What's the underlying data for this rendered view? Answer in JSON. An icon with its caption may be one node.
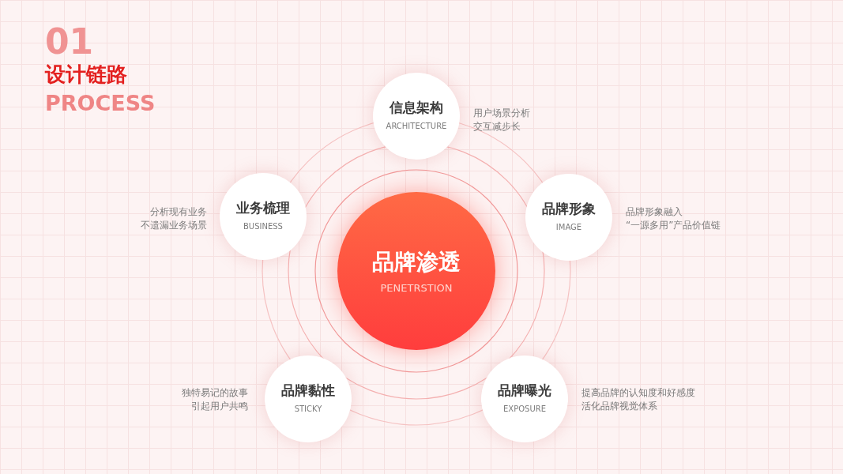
{
  "diagram": {
    "title": "设计链路",
    "nodes": [
      {
        "text": [
          "品牌渗透",
          "PENETRSTION"
        ]
      },
      {
        "text": [
          "信息架构",
          "ARCHITECTURE"
        ],
        "beside": [
          "用户场景分析",
          "交互减步长"
        ]
      },
      {
        "text": [
          "业务梳理",
          "BUSINESS"
        ],
        "beside": [
          "分析现有业务",
          "不遗漏业务场景"
        ]
      },
      {
        "text": [
          "品牌形象",
          "IMAGE"
        ],
        "beside": [
          "品牌形象融入",
          "“一源多用”产品价值链"
        ]
      },
      {
        "text": [
          "品牌黏性",
          "STICKY"
        ],
        "beside": [
          "独特易记的故事",
          "引起用户共鸣"
        ]
      },
      {
        "text": [
          "品牌曝光",
          "EXPOSURE"
        ],
        "beside": [
          "提高品牌的认知度和好感度",
          "活化品牌视觉体系"
        ]
      }
    ],
    "labels": [
      "01",
      "PROCESS"
    ]
  }
}
